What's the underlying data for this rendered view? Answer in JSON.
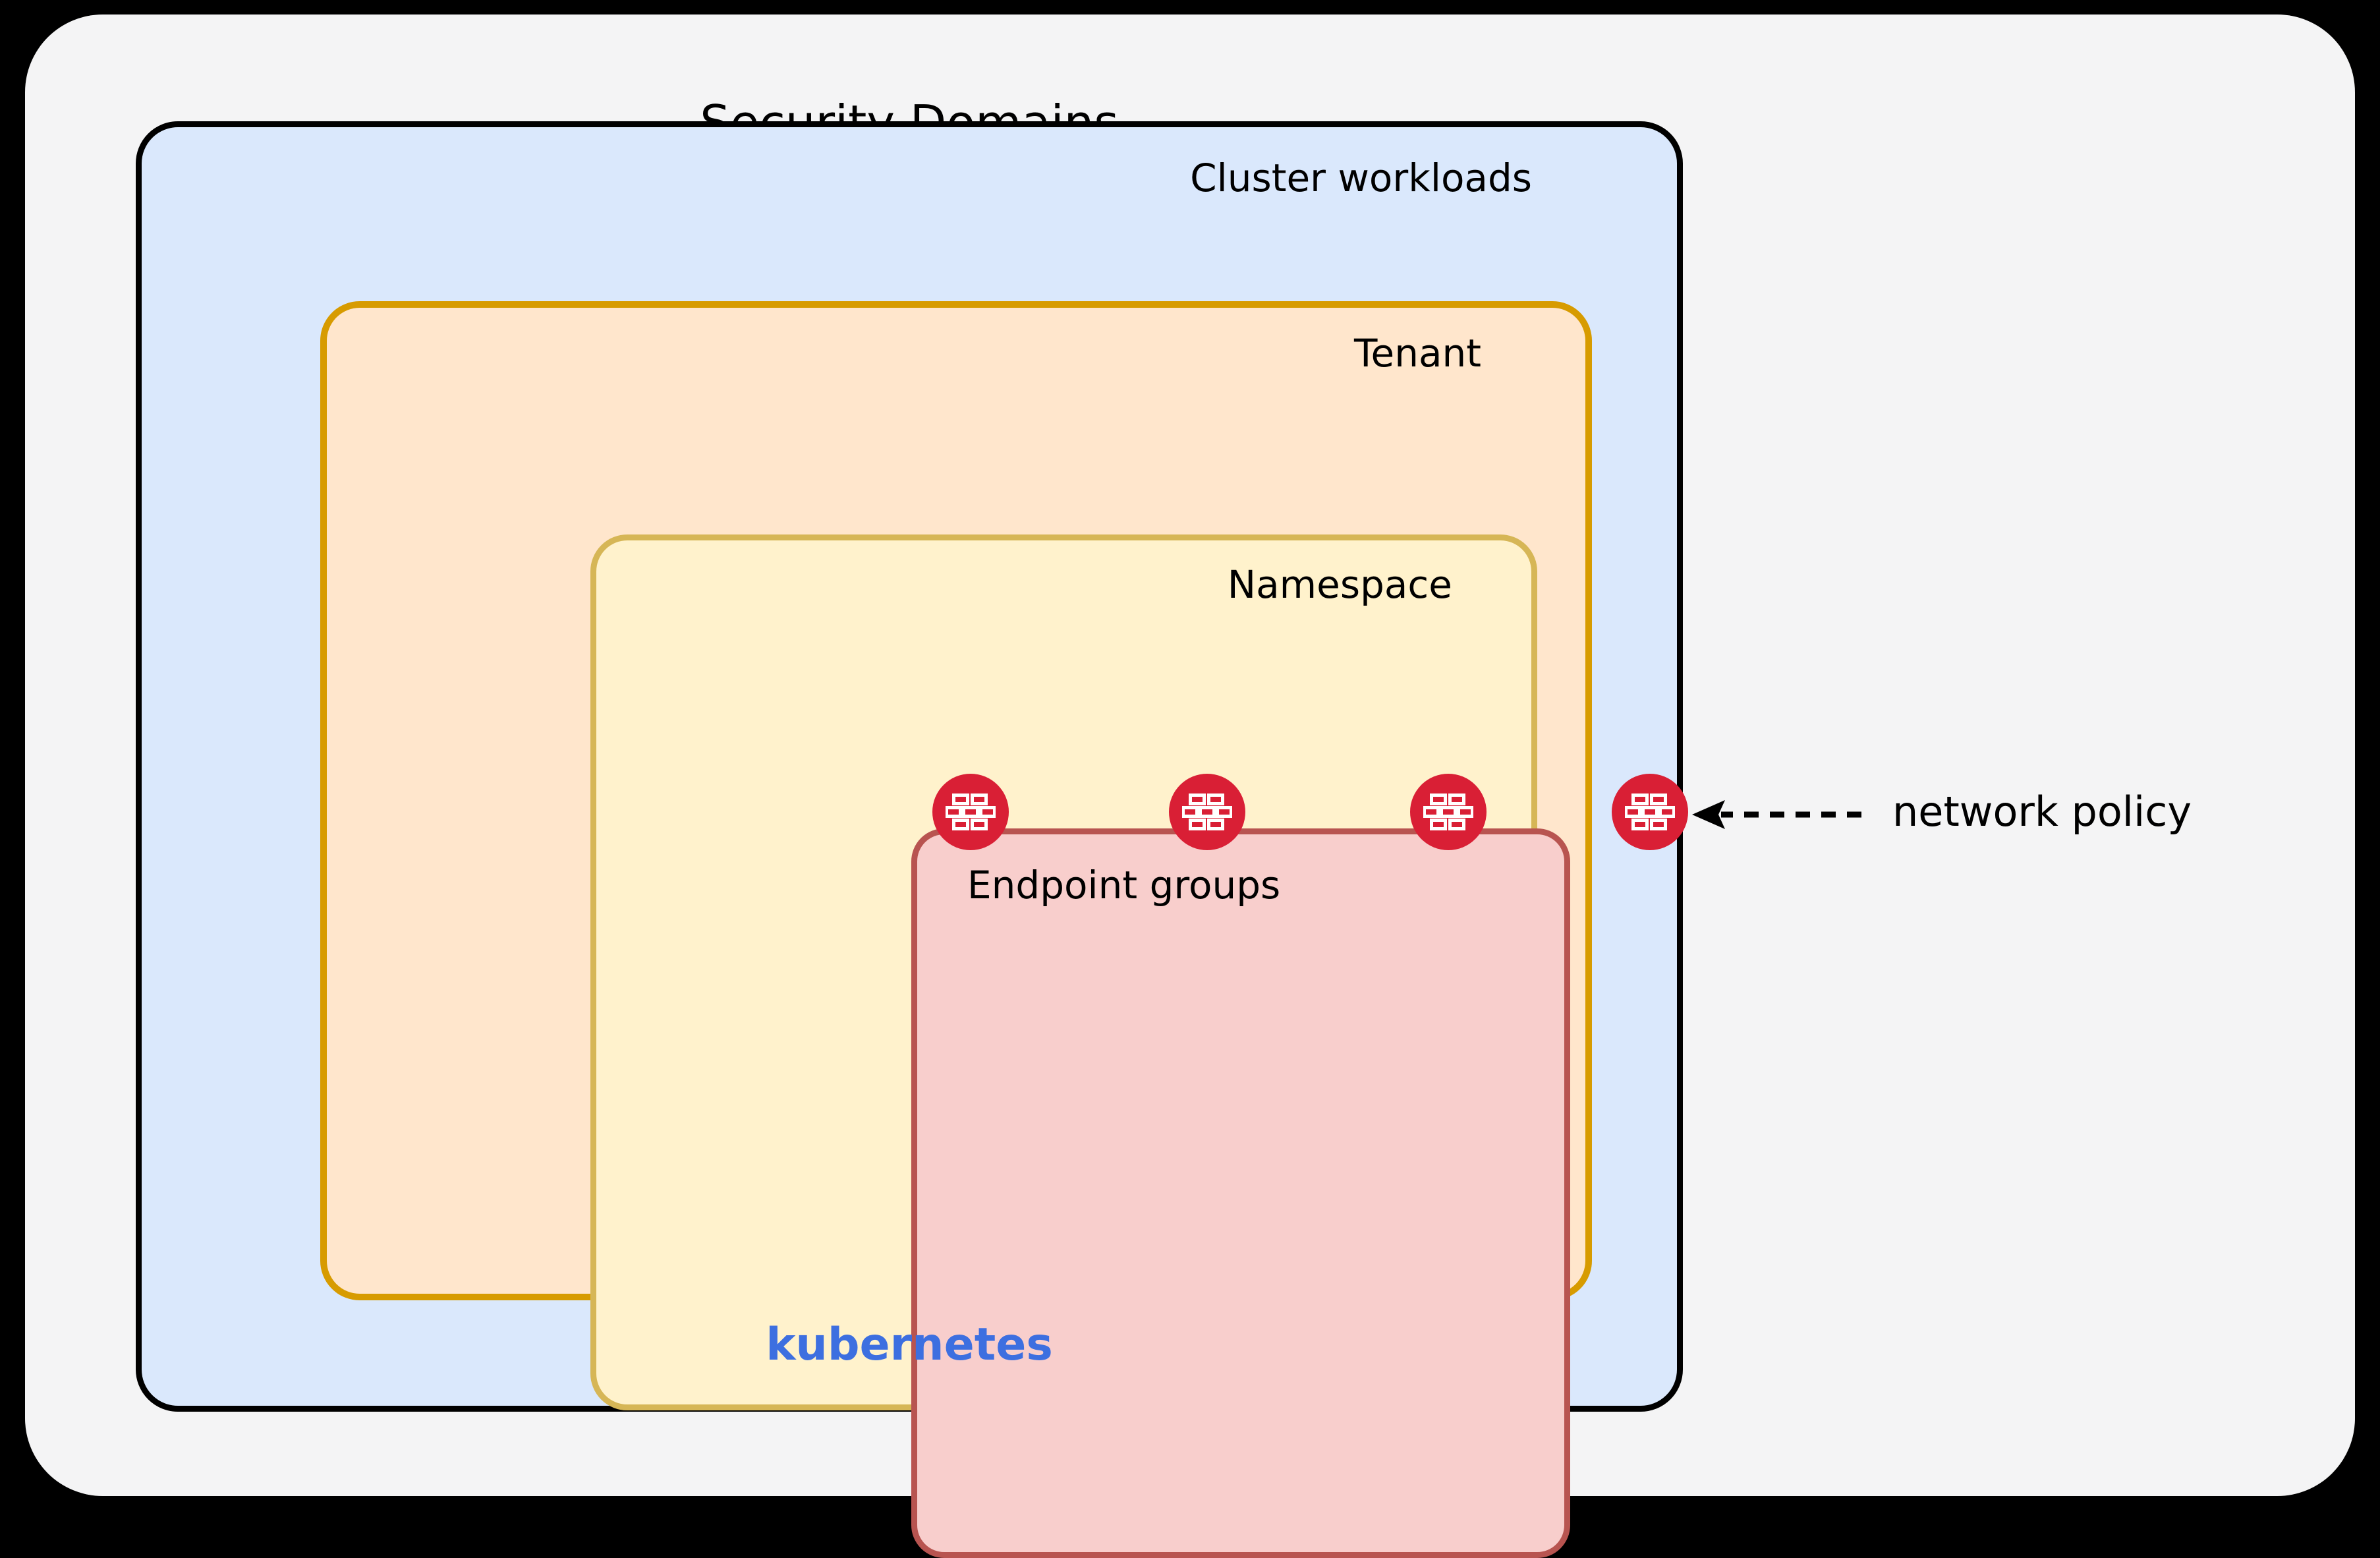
{
  "diagram": {
    "title": "Security Domains",
    "background_color": "#000000",
    "panel_color": "#f4f4f5"
  },
  "domains": [
    {
      "id": "cluster",
      "label": "Cluster workloads",
      "fill": "#dae8fc",
      "stroke": "#000000",
      "level": 1
    },
    {
      "id": "tenant",
      "label": "Tenant",
      "fill": "#ffe6cc",
      "stroke": "#d79b00",
      "level": 2
    },
    {
      "id": "namespace",
      "label": "Namespace",
      "fill": "#fff2cc",
      "stroke": "#d6b656",
      "level": 3
    },
    {
      "id": "endpoints",
      "label": "Endpoint groups",
      "fill": "#f8cecc",
      "stroke": "#b85450",
      "level": 4
    }
  ],
  "platform": {
    "label": "kubernetes",
    "color": "#3d6fe0"
  },
  "markers": {
    "icon_name": "brick-wall-firewall-icon",
    "color": "#d91f35",
    "glyph_color": "#ffffff",
    "count": 4,
    "boundaries": [
      "endpoint-groups-boundary",
      "namespace-boundary",
      "tenant-boundary",
      "cluster-workloads-boundary"
    ]
  },
  "annotation": {
    "label": "network policy",
    "arrow_name": "dashed-left-arrow",
    "arrow_style": "dashed",
    "arrow_direction": "left",
    "color": "#000000"
  }
}
